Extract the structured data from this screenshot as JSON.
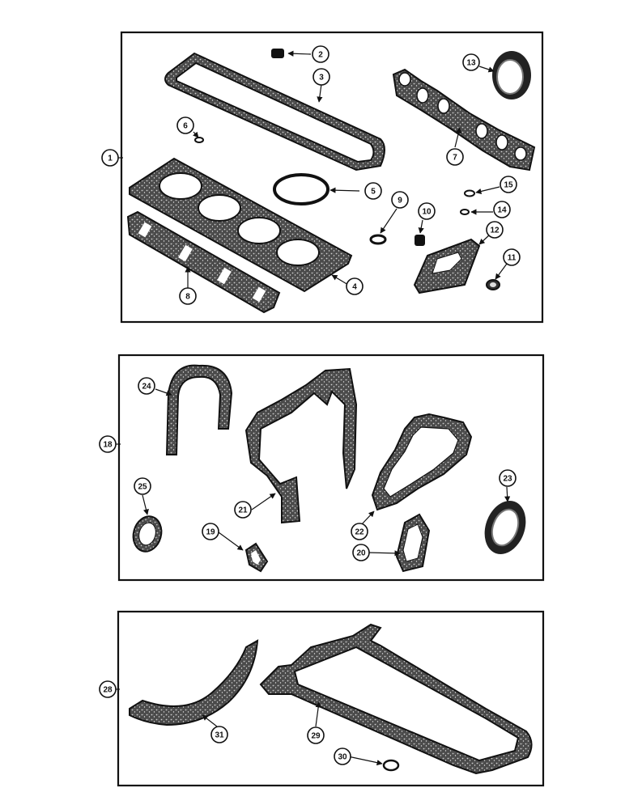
{
  "callouts": [
    {
      "id": "c1",
      "label": "1"
    },
    {
      "id": "c2",
      "label": "2"
    },
    {
      "id": "c3",
      "label": "3"
    },
    {
      "id": "c4",
      "label": "4"
    },
    {
      "id": "c5",
      "label": "5"
    },
    {
      "id": "c6",
      "label": "6"
    },
    {
      "id": "c7",
      "label": "7"
    },
    {
      "id": "c8",
      "label": "8"
    },
    {
      "id": "c9",
      "label": "9"
    },
    {
      "id": "c10",
      "label": "10"
    },
    {
      "id": "c11",
      "label": "11"
    },
    {
      "id": "c12",
      "label": "12"
    },
    {
      "id": "c13",
      "label": "13"
    },
    {
      "id": "c14",
      "label": "14"
    },
    {
      "id": "c15",
      "label": "15"
    },
    {
      "id": "c18",
      "label": "18"
    },
    {
      "id": "c19",
      "label": "19"
    },
    {
      "id": "c20",
      "label": "20"
    },
    {
      "id": "c21",
      "label": "21"
    },
    {
      "id": "c22",
      "label": "22"
    },
    {
      "id": "c23",
      "label": "23"
    },
    {
      "id": "c24",
      "label": "24"
    },
    {
      "id": "c25",
      "label": "25"
    },
    {
      "id": "c28",
      "label": "28"
    },
    {
      "id": "c29",
      "label": "29"
    },
    {
      "id": "c30",
      "label": "30"
    },
    {
      "id": "c31",
      "label": "31"
    }
  ]
}
